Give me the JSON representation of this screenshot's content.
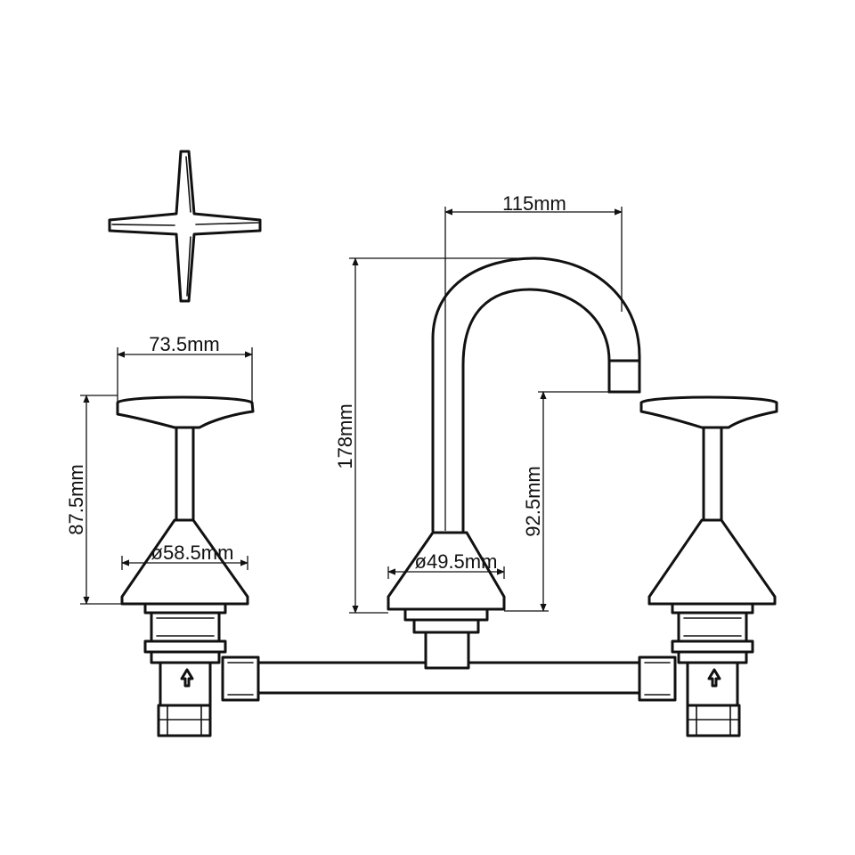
{
  "figure": {
    "dimensions": {
      "spout_reach": "115mm",
      "handle_width": "73.5mm",
      "overall_height": "178mm",
      "handle_height": "87.5mm",
      "spout_outlet_height": "92.5mm",
      "handle_base_diameter": "ø58.5mm",
      "spout_base_diameter": "ø49.5mm"
    }
  }
}
